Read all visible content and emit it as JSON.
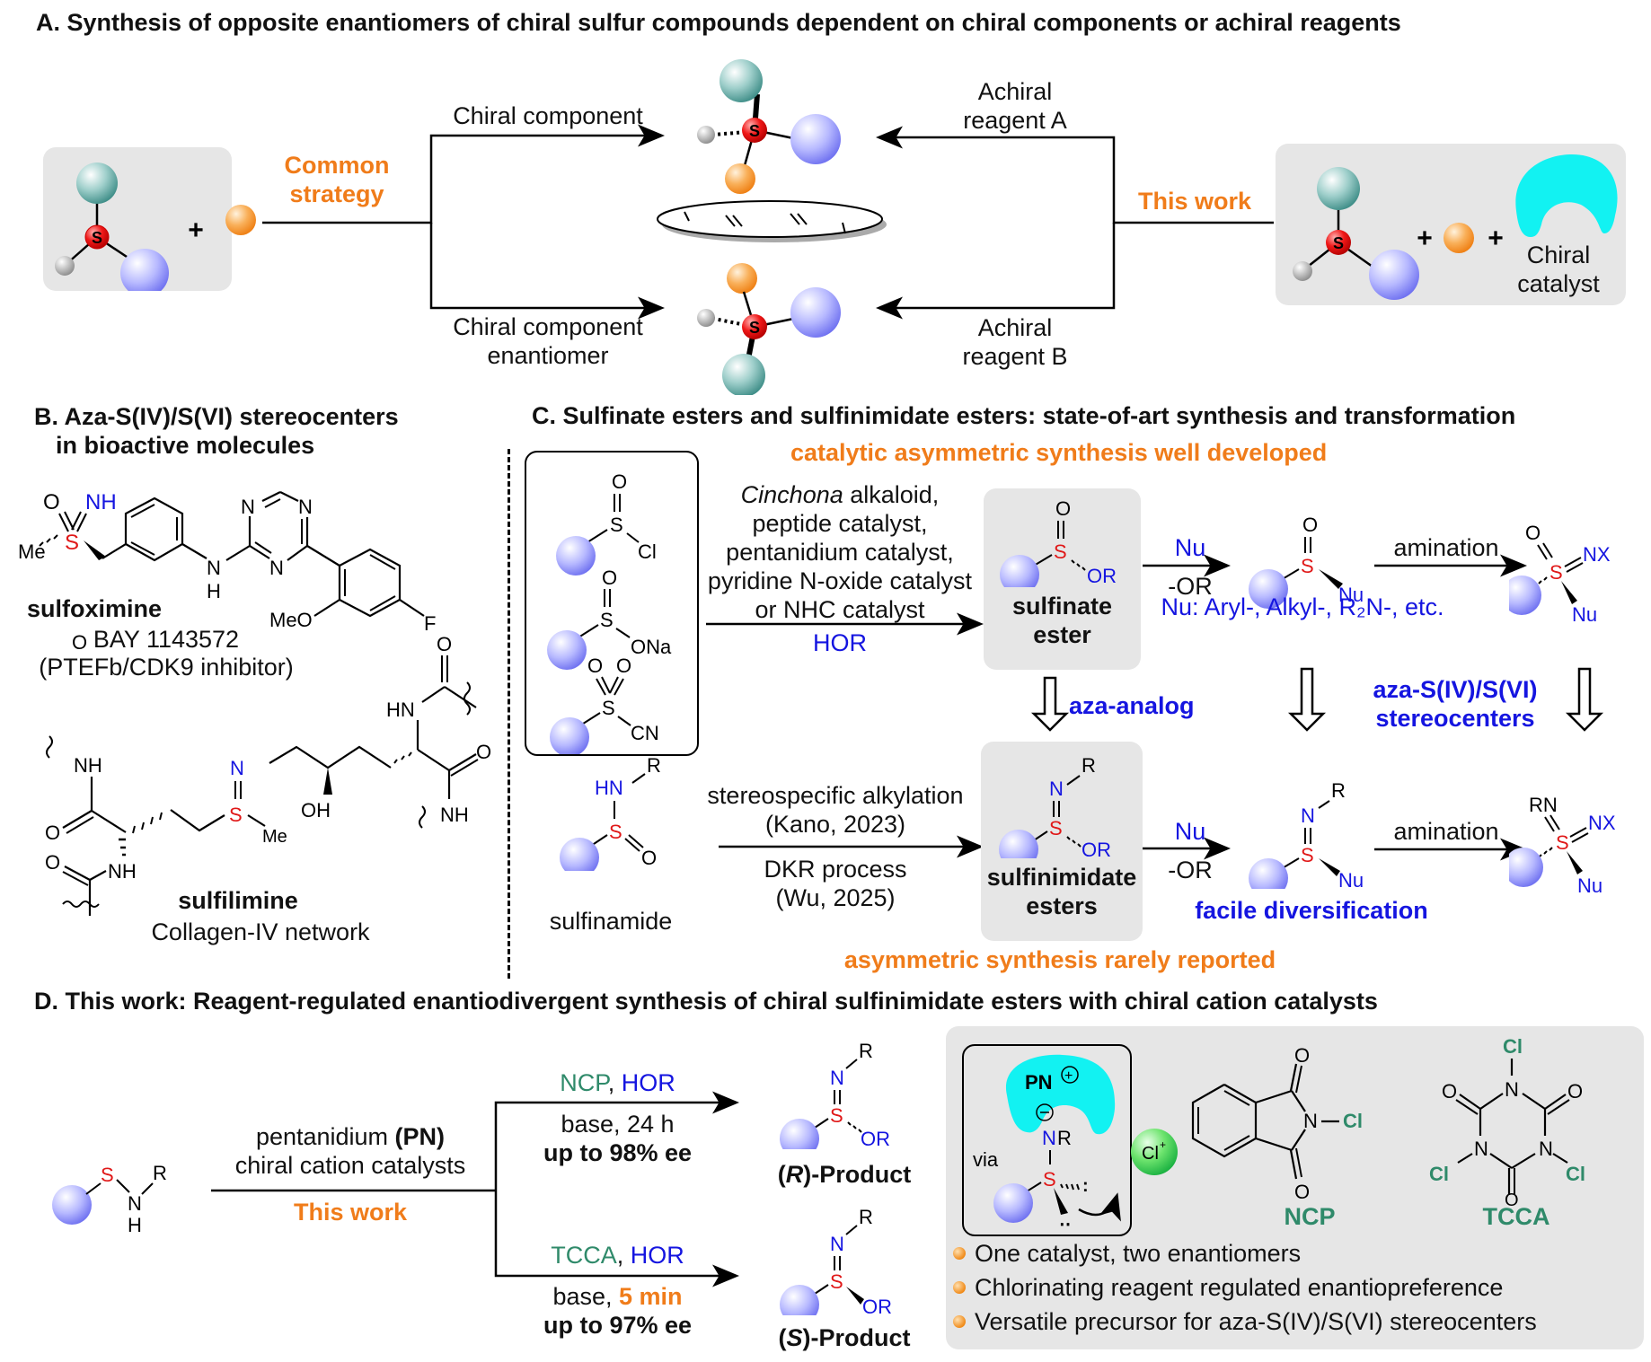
{
  "panel_a": {
    "title": "A. Synthesis of opposite enantiomers of chiral sulfur compounds dependent on chiral components or achiral reagents",
    "common_strategy": [
      "Common",
      "strategy"
    ],
    "chiral_component": "Chiral component",
    "chiral_component_enantiomer": [
      "Chiral component",
      "enantiomer"
    ],
    "achiral_reagent_a": [
      "Achiral",
      "reagent A"
    ],
    "achiral_reagent_b": [
      "Achiral",
      "reagent B"
    ],
    "this_work": "This work",
    "chiral_catalyst": [
      "Chiral",
      "catalyst"
    ],
    "sulfur_label": "S",
    "plus": "+"
  },
  "panel_b": {
    "title": [
      "B. Aza-S(IV)/S(VI) stereocenters",
      "in bioactive molecules"
    ],
    "sulfoximine_label": "sulfoximine",
    "drug_name": "BAY 1143572",
    "drug_target": "(PTEFb/CDK9 inhibitor)",
    "sulfilimine_label": "sulfilimine",
    "collagen_label": "Collagen-IV network",
    "atoms": {
      "O": "O",
      "NH": "NH",
      "S": "S",
      "Me": "Me",
      "N": "N",
      "H": "H",
      "MeO": "MeO",
      "F": "F",
      "HN": "HN",
      "OH": "OH"
    }
  },
  "panel_c": {
    "title": "C. Sulfinate esters and sulfinimidate esters: state-of-art synthesis and transformation",
    "top_note": "catalytic asymmetric synthesis well developed",
    "bottom_note": "asymmetric synthesis rarely reported",
    "reagents_box": [
      {
        "atoms": [
          "O",
          "S",
          "Cl"
        ]
      },
      {
        "atoms": [
          "O",
          "S",
          "ONa"
        ]
      },
      {
        "atoms": [
          "O",
          "O",
          "S",
          "CN"
        ]
      }
    ],
    "catalysts": [
      "Cinchona alkaloid,",
      "peptide catalyst,",
      "pentanidium catalyst,",
      "pyridine N-oxide catalyst",
      "or NHC catalyst"
    ],
    "catalyst_italic": "Cinchona",
    "hor": "HOR",
    "sulfinate_ester": [
      "sulfinate",
      "ester"
    ],
    "nu": "Nu",
    "minus_or": "-OR",
    "amination": "amination",
    "nu_scope": "Nu: Aryl-, Alkyl-, R₂N-, etc.",
    "aza_analog": "aza-analog",
    "aza_stereocenters": [
      "aza-S(IV)/S(VI)",
      "stereocenters"
    ],
    "sulfinamide": "sulfinamide",
    "route_1": [
      "stereospecific alkylation",
      "(Kano, 2023)"
    ],
    "route_2": [
      "DKR process",
      "(Wu, 2025)"
    ],
    "sulfinimidate_esters": [
      "sulfinimidate",
      "esters"
    ],
    "facile_diversification": "facile diversification",
    "atoms": {
      "O": "O",
      "S": "S",
      "OR": "OR",
      "Nu": "Nu",
      "NX": "NX",
      "N": "N",
      "R": "R",
      "RN": "RN",
      "HN": "HN"
    }
  },
  "panel_d": {
    "title": "D. This work: Reagent-regulated enantiodivergent synthesis of chiral sulfinimidate esters with chiral cation catalysts",
    "catalyst_line1_pre": "pentanidium ",
    "catalyst_line1_bold": "(PN)",
    "catalyst_line2": "chiral cation catalysts",
    "this_work": "This work",
    "upper": {
      "reagent": "NCP",
      "alcohol": "HOR",
      "cond_pre": "base, ",
      "cond_time": "24 h",
      "ee": "up to 98% ee",
      "product_cfg": "R",
      "product_suffix": "-Product"
    },
    "lower": {
      "reagent": "TCCA",
      "alcohol": "HOR",
      "cond_pre": "base, ",
      "cond_time": "5 min",
      "ee": "up to 97% ee",
      "product_cfg": "S",
      "product_suffix": "-Product"
    },
    "via": "via",
    "pn_label": "PN",
    "cl_plus": "Cl",
    "ncp_label": "NCP",
    "tcca_label": "TCCA",
    "bullets": [
      "One catalyst, two enantiomers",
      "Chlorinating reagent regulated enantiopreference",
      "Versatile precursor for aza-S(IV)/S(VI) stereocenters"
    ],
    "atoms": {
      "S": "S",
      "N": "N",
      "H": "H",
      "R": "R",
      "OR": "OR",
      "NR": "NR",
      "O": "O",
      "Cl": "Cl"
    }
  },
  "colors": {
    "orange": "#f07c1a",
    "blue": "#1515e0",
    "green": "#2f8a6a",
    "sulfur_red": "#e01818",
    "cyan": "#12f2f2",
    "box_gray": "#e6e6e6"
  }
}
